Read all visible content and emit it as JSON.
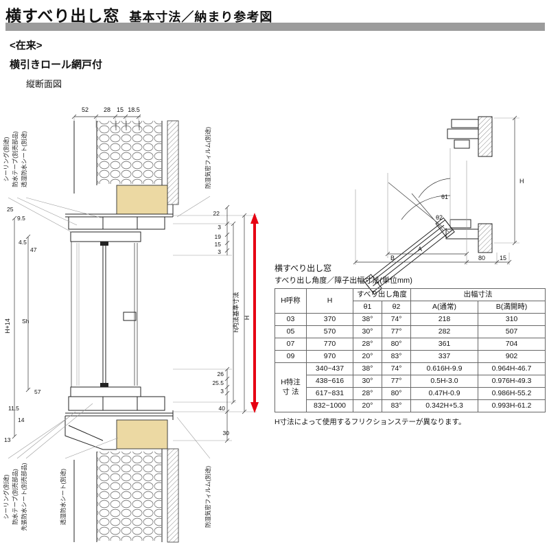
{
  "header": {
    "title": "横すべり出し窓",
    "subtitle": "基本寸法／納まり参考図"
  },
  "meta": {
    "construction": "<在来>",
    "screen_note": "横引きロール網戸付",
    "view_label": "縦断面図"
  },
  "section": {
    "top_dims": [
      "52",
      "28",
      "15",
      "18.5"
    ],
    "left_dims": {
      "d25": "25",
      "d9_5": "9.5",
      "d4_5": "4.5",
      "d47": "47",
      "dh14": "H+14",
      "dsh": "Sh",
      "d57": "57",
      "d11_5": "11.5",
      "d14": "14",
      "d13": "13"
    },
    "right_dims": {
      "d22": "22",
      "d3a": "3",
      "d19": "19",
      "d15": "15",
      "d3b": "3",
      "d26": "26",
      "d25_5": "25.5",
      "d3c": "3",
      "d40": "40",
      "d30": "30"
    },
    "axis_inner": "h内法基準寸法",
    "axis_h": "H",
    "labels": {
      "tl0": "シーリング(別途)",
      "tl1": "防水テープ(別売部品)",
      "tl2": "透湿防水シート(別途)",
      "tr": "防湿気密フィルム(別途)",
      "bl0": "シーリング(別途)",
      "bl1": "防水テープ(別売部品)",
      "bl2": "先張防水シート(別売部品)",
      "bl3": "透湿防水シート(別途)",
      "br": "防湿気密フィルム(別途)"
    }
  },
  "detail": {
    "theta1": "θ1",
    "theta2": "θ2",
    "dim_a": "A",
    "dim_b": "B",
    "dim_80": "80",
    "dim_15": "15",
    "dim_h": "H"
  },
  "table": {
    "caption1": "横すべり出し窓",
    "caption2": "すべり出し角度／障子出幅寸法(単位mm)",
    "col_h_name": "H呼称",
    "col_h": "H",
    "col_angle": "すべり出し角度",
    "col_width": "出幅寸法",
    "col_t1": "θ1",
    "col_t2": "θ2",
    "col_a": "A(通常)",
    "col_b": "B(満開時)",
    "special_l1": "H特注",
    "special_l2": "寸 法",
    "rows": [
      {
        "name": "03",
        "h": "370",
        "t1": "38°",
        "t2": "74°",
        "a": "218",
        "b": "310"
      },
      {
        "name": "05",
        "h": "570",
        "t1": "30°",
        "t2": "77°",
        "a": "282",
        "b": "507"
      },
      {
        "name": "07",
        "h": "770",
        "t1": "28°",
        "t2": "80°",
        "a": "361",
        "b": "704"
      },
      {
        "name": "09",
        "h": "970",
        "t1": "20°",
        "t2": "83°",
        "a": "337",
        "b": "902"
      },
      {
        "name": "H特注寸法",
        "h": "340~437",
        "t1": "38°",
        "t2": "74°",
        "a": "0.616H-9.9",
        "b": "0.964H-46.7"
      },
      {
        "name": "",
        "h": "438~616",
        "t1": "30°",
        "t2": "77°",
        "a": "0.5H-3.0",
        "b": "0.976H-49.3"
      },
      {
        "name": "",
        "h": "617~831",
        "t1": "28°",
        "t2": "80°",
        "a": "0.47H-0.9",
        "b": "0.986H-55.2"
      },
      {
        "name": "",
        "h": "832~1000",
        "t1": "20°",
        "t2": "83°",
        "a": "0.342H+5.3",
        "b": "0.993H-61.2"
      }
    ],
    "note": "H寸法によって使用するフリクションステーが異なります。"
  }
}
